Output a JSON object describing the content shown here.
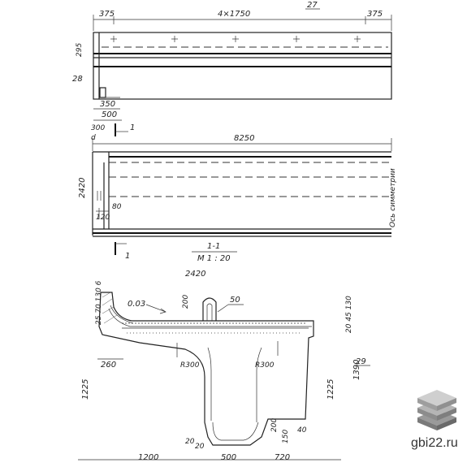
{
  "top_view": {
    "label_sheet": "27",
    "dim_left": "375",
    "dim_mid": "4×1750",
    "dim_right": "375",
    "dim_295": "295",
    "label_28": "28",
    "dim_350": "350",
    "dim_500": "500"
  },
  "section_mark_top": {
    "text": "1",
    "dim_300": "300",
    "mark_d": "d"
  },
  "side_view": {
    "length": "8250",
    "height": "2420",
    "dim_80": "80",
    "dim_120": "120",
    "axis_label": "Ось симметрии"
  },
  "section_mark_bottom": "1",
  "section_title": {
    "name": "1-1",
    "scale": "М 1 : 20"
  },
  "cross_section": {
    "width": "2420",
    "dim_003": "0.03",
    "dim_200": "200",
    "label_50": "50",
    "left_stack": "25 70 130 6",
    "right_stack": "20 45 130",
    "label_29": "29",
    "radius_left": "R300",
    "radius_right": "R300",
    "dim_260": "260",
    "dim_1225_left": "1225",
    "dim_1225_right": "1225",
    "dim_1390": "1390",
    "dim_200_bottom": "200",
    "dim_40": "40",
    "dim_20": "20",
    "dim_20b": "20",
    "dim_150": "150",
    "dim_1200": "1200",
    "dim_500": "500",
    "dim_720": "720"
  },
  "brand": "gbi22.ru"
}
